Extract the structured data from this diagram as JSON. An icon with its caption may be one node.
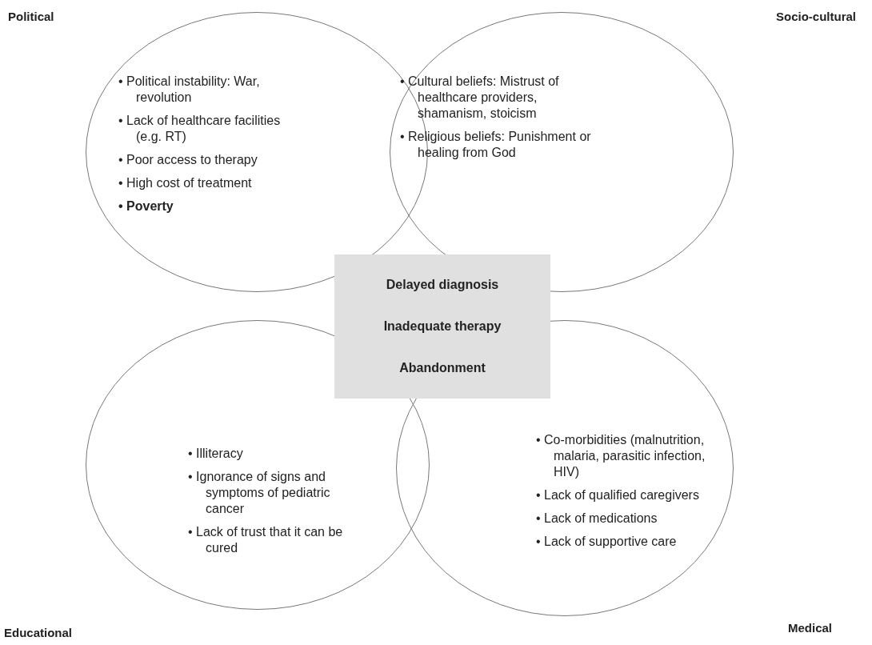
{
  "diagram": {
    "nodes": [
      {
        "text": [
          "Political",
          "• Political instability: War, revolution",
          "• Lack of healthcare facilities (e.g. RT)",
          "• Poor access to therapy",
          "• High cost of treatment",
          "• Poverty"
        ]
      },
      {
        "text": [
          "Socio-cultural",
          "• Cultural beliefs: Mistrust of healthcare providers, shamanism, stoicism",
          "• Religious beliefs: Punishment or healing from God"
        ]
      },
      {
        "text": [
          "Educational",
          "• Illiteracy",
          "• Ignorance of signs and symptoms of pediatric cancer",
          "• Lack of trust that it can be cured"
        ]
      },
      {
        "text": [
          "Medical",
          "• Co-morbidities (malnutrition, malaria, parasitic infection, HIV)",
          "• Lack of qualified caregivers",
          "• Lack of medications",
          "• Lack of supportive care"
        ]
      },
      {
        "text": [
          "Delayed diagnosis",
          "Inadequate therapy",
          "Abandonment"
        ]
      }
    ]
  }
}
